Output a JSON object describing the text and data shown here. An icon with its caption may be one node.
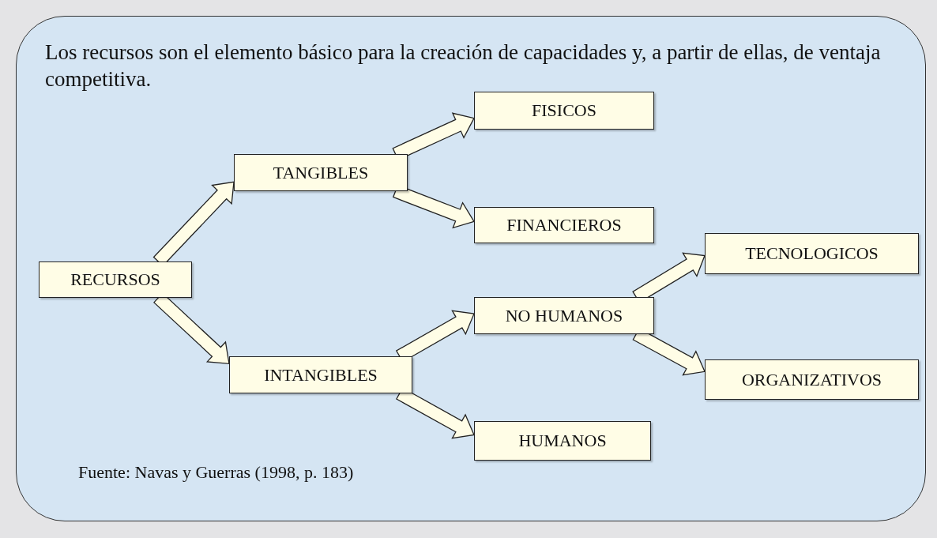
{
  "diagram": {
    "nodes": [
      {
        "text": [
          "Los recursos son el elemento básico para la creación de capacidades y, a partir de ellas, de ventaja competitiva.",
          "Fuente: Navas y Guerras (1998, p. 183)"
        ]
      },
      {
        "text": [
          "RECURSOS"
        ],
        "in": 0
      },
      {
        "text": [
          "TANGIBLES"
        ],
        "in": 0
      },
      {
        "text": [
          "INTANGIBLES"
        ],
        "in": 0
      },
      {
        "text": [
          "FISICOS"
        ],
        "in": 0
      },
      {
        "text": [
          "FINANCIEROS"
        ],
        "in": 0
      },
      {
        "text": [
          "NO HUMANOS"
        ],
        "in": 0
      },
      {
        "text": [
          "HUMANOS"
        ],
        "in": 0
      },
      {
        "text": [
          "TECNOLOGICOS"
        ],
        "in": 0
      },
      {
        "text": [
          "ORGANIZATIVOS"
        ],
        "in": 0
      }
    ],
    "edges": [
      {
        "from": 1,
        "to": 2,
        "arrow": "to"
      },
      {
        "from": 1,
        "to": 3,
        "arrow": "to"
      },
      {
        "from": 2,
        "to": 4,
        "arrow": "to"
      },
      {
        "from": 2,
        "to": 5,
        "arrow": "to"
      },
      {
        "from": 3,
        "to": 6,
        "arrow": "to"
      },
      {
        "from": 3,
        "to": 7,
        "arrow": "to"
      },
      {
        "from": 6,
        "to": 8,
        "arrow": "to"
      },
      {
        "from": 6,
        "to": 9,
        "arrow": "to"
      }
    ]
  }
}
